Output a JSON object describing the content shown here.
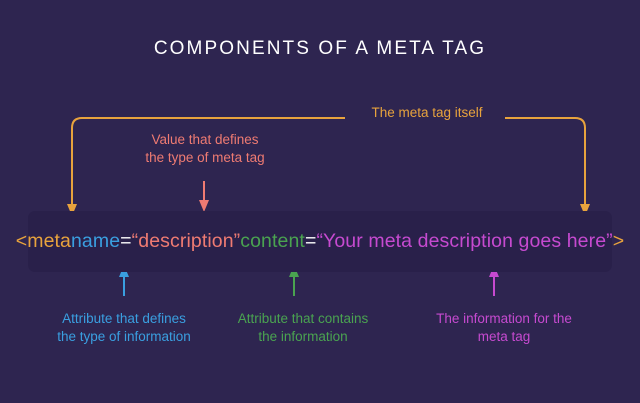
{
  "page": {
    "background_color": "#2e2550",
    "title": "COMPONENTS OF A META TAG"
  },
  "code_bar": {
    "background_color": "#29204a",
    "full_text": "<meta name=\"description\" content=\"Your meta description goes here\">",
    "tokens": [
      {
        "text": "<meta",
        "color": "#e8a33d",
        "role": "tag-open"
      },
      {
        "text": " ",
        "color": "#ffffff",
        "role": "space"
      },
      {
        "text": "name",
        "color": "#3a9fe0",
        "role": "attribute-name"
      },
      {
        "text": "=",
        "color": "#ffffff",
        "role": "equals"
      },
      {
        "text": "“description”",
        "color": "#ef7b72",
        "role": "attribute-value"
      },
      {
        "text": " ",
        "color": "#ffffff",
        "role": "space"
      },
      {
        "text": "content",
        "color": "#4aa350",
        "role": "attribute-name"
      },
      {
        "text": "=",
        "color": "#ffffff",
        "role": "equals"
      },
      {
        "text": "“Your meta description goes here”",
        "color": "#c64ad0",
        "role": "attribute-value"
      },
      {
        "text": ">",
        "color": "#e8a33d",
        "role": "tag-close"
      }
    ]
  },
  "annotations": {
    "meta_tag_itself": {
      "text": "The meta tag itself",
      "color": "#e8a33d",
      "points_to": "whole meta tag"
    },
    "value_defines": {
      "text": "Value that defines\nthe type of meta tag",
      "color": "#ef7b72",
      "points_to": "“description”"
    },
    "attribute_defines": {
      "text": "Attribute that defines\nthe type of information",
      "color": "#3a9fe0",
      "points_to": "name"
    },
    "attribute_contains": {
      "text": "Attribute that contains\nthe information",
      "color": "#4aa350",
      "points_to": "content"
    },
    "information_for_meta_tag": {
      "text": "The information for the\nmeta tag",
      "color": "#c64ad0",
      "points_to": "“Your meta description goes here”"
    }
  }
}
